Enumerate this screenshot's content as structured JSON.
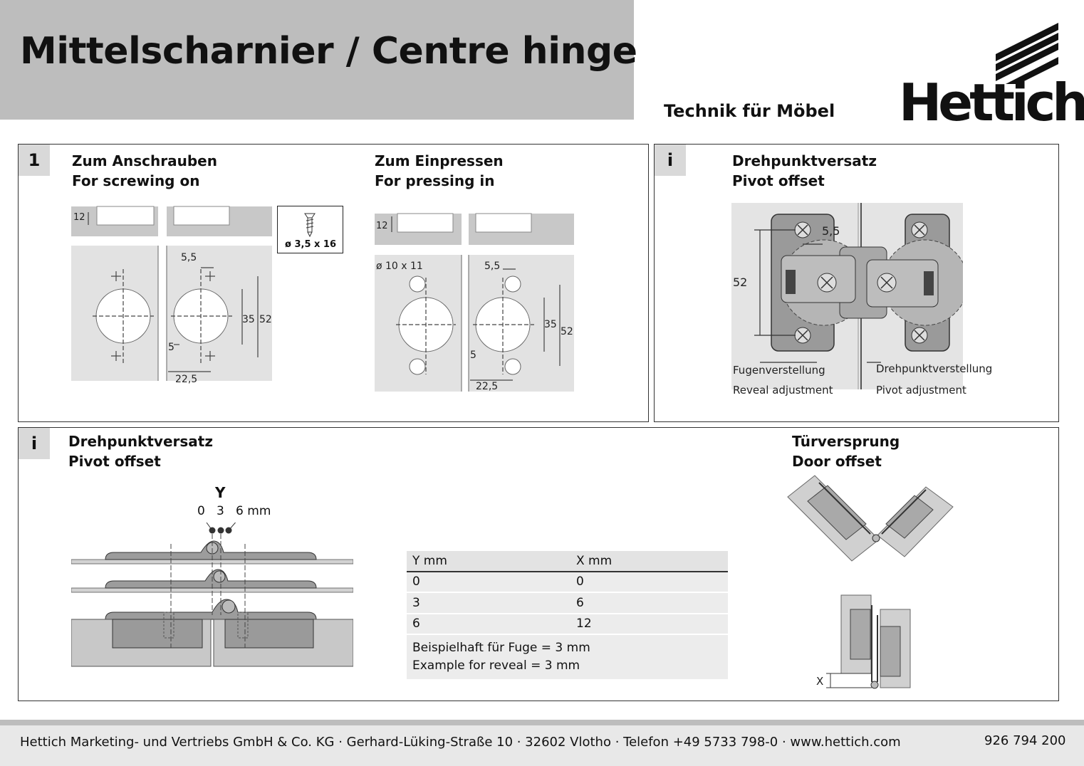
{
  "header": {
    "title": "Mittelscharnier / Centre hinge",
    "tagline": "Technik für Möbel",
    "logo": "Hettich"
  },
  "panel1": {
    "number": "1",
    "screw": {
      "title_de": "Zum Anschrauben",
      "title_en": "For screwing on",
      "dim_12": "12",
      "dim_5_5": "5,5",
      "dim_35": "35",
      "dim_52": "52",
      "dim_5": "5",
      "dim_22_5": "22,5",
      "screw_label": "ø 3,5 x 16"
    },
    "press": {
      "title_de": "Zum Einpressen",
      "title_en": "For pressing in",
      "dim_12": "12",
      "dowel": "ø 10 x 11",
      "dim_5_5": "5,5",
      "dim_35": "35",
      "dim_52": "52",
      "dim_5": "5",
      "dim_22_5": "22,5"
    }
  },
  "panel_info1": {
    "number": "i",
    "title_de": "Drehpunktversatz",
    "title_en": "Pivot offset",
    "dim_5_5": "5,5",
    "dim_52": "52",
    "reveal_de": "Fugenverstellung",
    "reveal_en": "Reveal adjustment",
    "pivot_de": "Drehpunktverstellung",
    "pivot_en": "Pivot adjustment"
  },
  "panel_info2": {
    "number": "i",
    "title_de": "Drehpunktversatz",
    "title_en": "Pivot offset",
    "y_label": "Y",
    "y_values": "0   3   6 mm",
    "table": {
      "header": [
        "Y mm",
        "X mm"
      ],
      "rows": [
        [
          "0",
          "0"
        ],
        [
          "3",
          "6"
        ],
        [
          "6",
          "12"
        ]
      ],
      "note_de": "Beispielhaft für Fuge = 3 mm",
      "note_en": "Example for reveal = 3 mm"
    },
    "door_de": "Türversprung",
    "door_en": "Door offset",
    "x_label": "X"
  },
  "footer": {
    "address": "Hettich Marketing- und Vertriebs GmbH & Co. KG · Gerhard-Lüking-Straße 10 · 32602 Vlotho · Telefon +49 5733 798-0 · www.hettich.com",
    "doc_number": "926 794 200"
  }
}
